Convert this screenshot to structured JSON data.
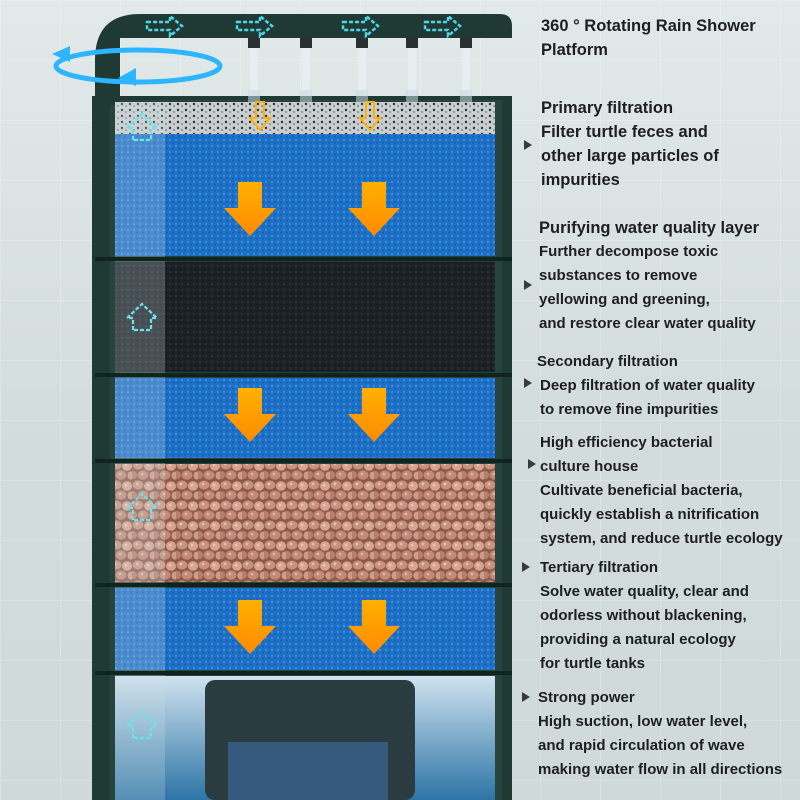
{
  "sections": [
    {
      "id": "rain-shower",
      "title_lines": [
        "360 ° Rotating Rain Shower",
        "Platform"
      ],
      "desc_lines": []
    },
    {
      "id": "primary",
      "title_lines": [
        "Primary filtration",
        "Filter turtle feces and",
        "other large particles of",
        "impurities"
      ],
      "desc_lines": []
    },
    {
      "id": "purifying",
      "title_lines": [
        "Purifying water quality layer"
      ],
      "desc_lines": [
        "Further decompose toxic",
        "substances to remove",
        "yellowing and greening,",
        "and restore clear water quality"
      ]
    },
    {
      "id": "secondary",
      "title_lines": [
        "Secondary filtration"
      ],
      "desc_lines": [
        "Deep filtration of water quality",
        "to remove fine impurities"
      ]
    },
    {
      "id": "bacterial",
      "title_lines": [
        "High efficiency bacterial",
        "culture house"
      ],
      "desc_lines": [
        "Cultivate beneficial bacteria,",
        "quickly establish a nitrification",
        "system, and reduce turtle ecology"
      ]
    },
    {
      "id": "tertiary",
      "title_lines": [
        "Tertiary filtration"
      ],
      "desc_lines": [
        "Solve water quality, clear and",
        "odorless without blackening,",
        "providing a natural ecology",
        "for turtle tanks"
      ]
    },
    {
      "id": "power",
      "title_lines": [
        "Strong power"
      ],
      "desc_lines": [
        "High suction, low water level,",
        "and rapid circulation of wave",
        "making water flow in all directions"
      ]
    }
  ],
  "colors": {
    "frame": "#1f3a34",
    "blue_sponge": "#1d6fc4",
    "carbon": "#1c2126",
    "ceramic": "#c08a78",
    "arrow_orange": "#ff9a10",
    "flow_arrow": "#4fd6e6",
    "text": "#1e1e1e"
  },
  "icons": [
    "rotate-arrows-icon",
    "flow-arrow-icon",
    "down-arrow-icon",
    "pointer-triangle-icon"
  ]
}
